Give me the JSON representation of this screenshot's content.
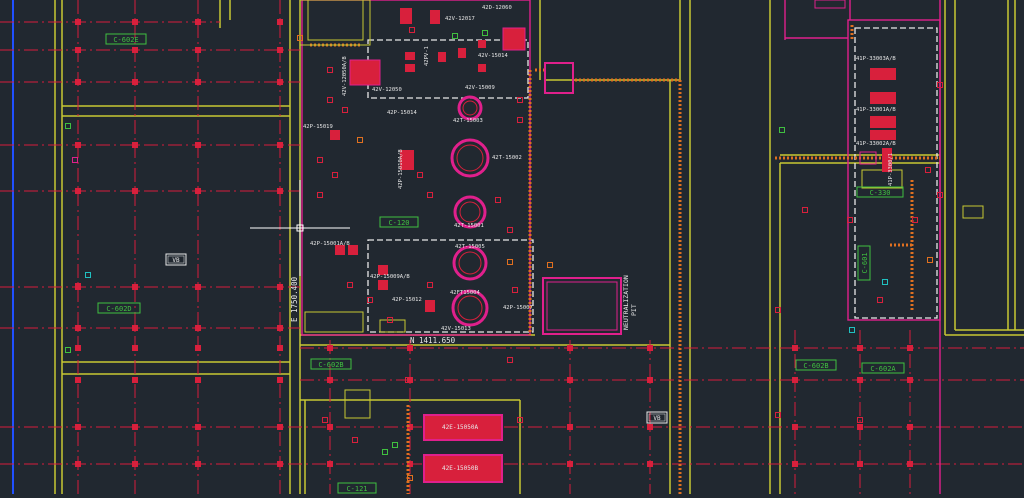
{
  "colors": {
    "background": "#212830",
    "grid": "#d81b3c",
    "yellow": "#c8c832",
    "magenta": "#e0208c",
    "white": "#e8e8e8",
    "green": "#40c040",
    "orange": "#e07020",
    "red_fill": "#d8203c",
    "blue": "#2050ff"
  },
  "area_labels": {
    "c602e": "C-602E",
    "c602d": "C-602D",
    "c602b_left": "C-602B",
    "c602b_right": "C-602B",
    "c602a": "C-602A",
    "c120": "C-120",
    "c121": "C-121",
    "c330": "C-330",
    "c601": "C-601"
  },
  "vb_tags": {
    "vb_left": "VB",
    "vb_right": "VB"
  },
  "coordinates": {
    "east": "E 1750.400",
    "north": "N 1411.650"
  },
  "pit": {
    "line1": "NEUTRALIZATION",
    "line2": "PIT"
  },
  "equipment": {
    "v12060_top": "42D-12060",
    "v12017": "42V-12017",
    "v15014": "42V-15014",
    "v12050": "42V-12050",
    "v15009": "42V-15009",
    "p15014": "42P-15014",
    "t15003": "42T-15003",
    "p15019": "42P-15019",
    "t15002": "42T-15002",
    "p15010ab": "42P-15010A/B",
    "t15001": "42T-15001",
    "p15001ab": "42P-15001A/B",
    "t15005": "42T-15005",
    "p15009ab": "42P-15009A/B",
    "p15012": "42P-15012",
    "ft15004": "42FT15004",
    "p15007": "42P-15007",
    "v15013": "42V-15013",
    "e15050a": "42E-15050A",
    "e15050b": "42E-15050B",
    "p33003ab": "41P-33003A/B",
    "p33001ab": "41P-33001A/B",
    "p33002ab": "41P-33002A/B",
    "p33001_vert": "41P-3300/1",
    "v12050_vert": "42V-12050A/B",
    "pv_small": "42PV-1"
  }
}
